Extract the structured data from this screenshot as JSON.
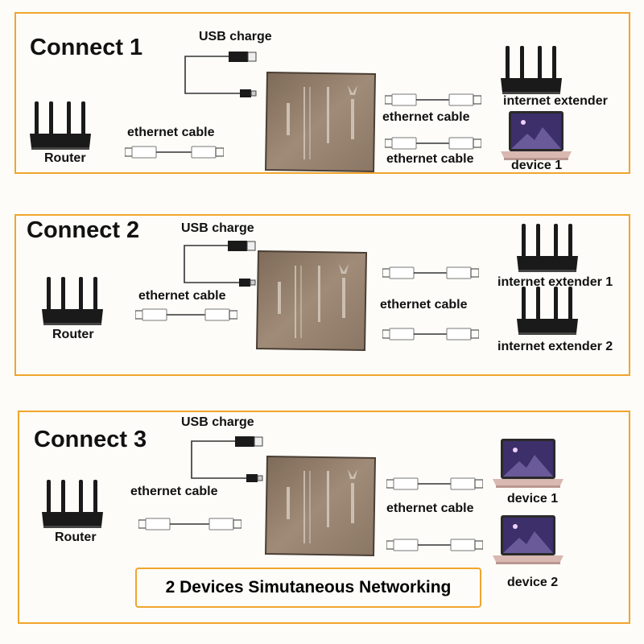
{
  "colors": {
    "frame": "#f0a52c",
    "device_box": "#8f7a66",
    "background": "#fdfcf8"
  },
  "panels": [
    {
      "title": "Connect 1",
      "usb_label": "USB charge",
      "input_cable_label": "ethernet cable",
      "router_label": "Router",
      "output_cable_labels": [
        "ethernet cable",
        "ethernet cable"
      ],
      "targets": [
        {
          "type": "router-icon",
          "label": "internet extender"
        },
        {
          "type": "laptop-icon",
          "label": "device 1"
        }
      ]
    },
    {
      "title": "Connect 2",
      "usb_label": "USB charge",
      "input_cable_label": "ethernet cable",
      "router_label": "Router",
      "output_cable_labels": [
        "ethernet cable"
      ],
      "targets": [
        {
          "type": "router-icon",
          "label": "internet extender 1"
        },
        {
          "type": "router-icon",
          "label": "internet extender 2"
        }
      ]
    },
    {
      "title": "Connect 3",
      "usb_label": "USB charge",
      "input_cable_label": "ethernet cable",
      "router_label": "Router",
      "output_cable_labels": [
        "ethernet cable"
      ],
      "targets": [
        {
          "type": "laptop-icon",
          "label": "device 1"
        },
        {
          "type": "laptop-icon",
          "label": "device 2"
        }
      ],
      "callout": "2 Devices Simutaneous Networking"
    }
  ]
}
